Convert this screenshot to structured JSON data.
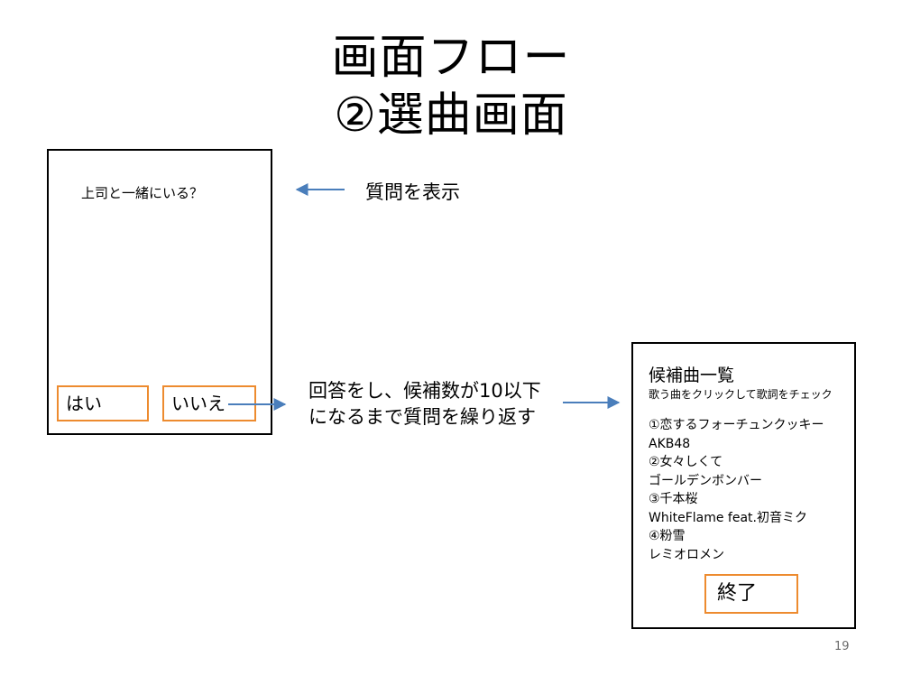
{
  "title": {
    "line1": "画面フロー",
    "line2": "②選曲画面"
  },
  "question_screen": {
    "question": "上司と一緒にいる？",
    "yes_label": "はい",
    "no_label": "いいえ"
  },
  "annotations": {
    "show_question": "質問を表示",
    "repeat_line1": "回答をし、候補数が10以下",
    "repeat_line2": "になるまで質問を繰り返す"
  },
  "result_screen": {
    "heading": "候補曲一覧",
    "subheading": "歌う曲をクリックして歌詞をチェック",
    "songs": [
      {
        "title": "①恋するフォーチュンクッキー",
        "artist": "AKB48"
      },
      {
        "title": "②女々しくて",
        "artist": "ゴールデンボンバー"
      },
      {
        "title": "③千本桜",
        "artist": "WhiteFlame feat.初音ミク"
      },
      {
        "title": "④粉雪",
        "artist": "レミオロメン"
      }
    ],
    "end_label": "終了"
  },
  "page_number": "19",
  "colors": {
    "button_border": "#ED8B2F",
    "arrow": "#4A7EBB",
    "frame": "#000000"
  }
}
